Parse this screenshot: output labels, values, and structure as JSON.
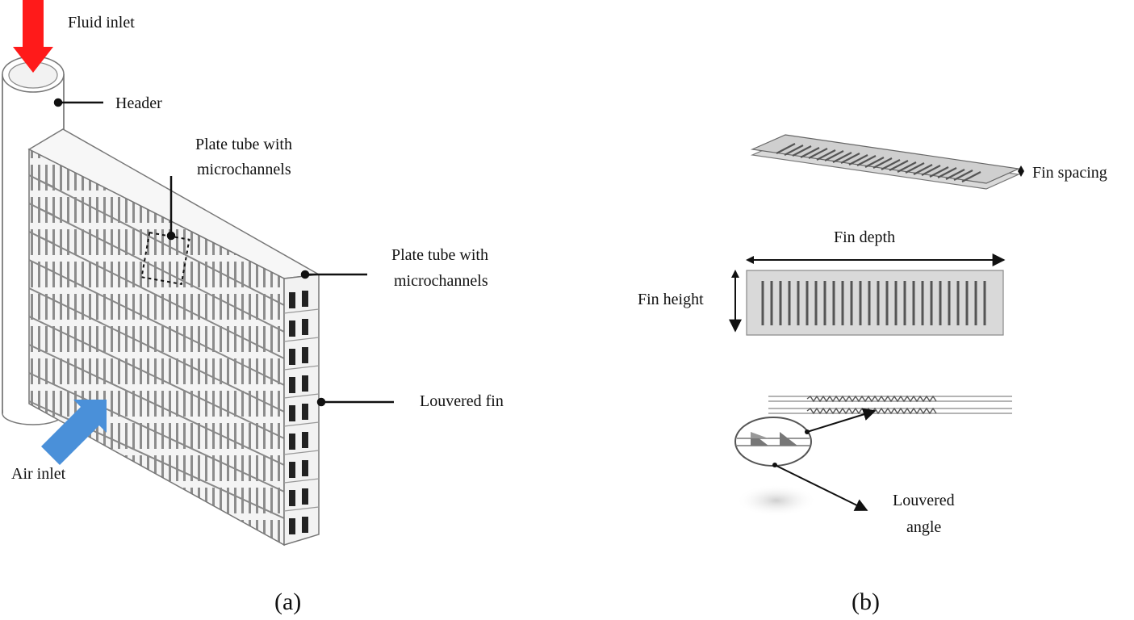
{
  "panel_a": {
    "caption": "(a)",
    "labels": {
      "fluid_inlet": "Fluid inlet",
      "header": "Header",
      "plate_tube_1_line1": "Plate tube with",
      "plate_tube_1_line2": "microchannels",
      "plate_tube_2_line1": "Plate tube with",
      "plate_tube_2_line2": "microchannels",
      "louvered_fin": "Louvered fin",
      "air_inlet": "Air inlet"
    }
  },
  "panel_b": {
    "caption": "(b)",
    "labels": {
      "fin_spacing": "Fin spacing",
      "fin_depth": "Fin depth",
      "fin_height": "Fin height",
      "louvered_angle_line1": "Louvered",
      "louvered_angle_line2": "angle"
    }
  },
  "colors": {
    "fluid_arrow": "#ff1a1a",
    "air_arrow": "#4a90d9",
    "line": "#111111",
    "fin_fill": "#d9d9d9"
  }
}
